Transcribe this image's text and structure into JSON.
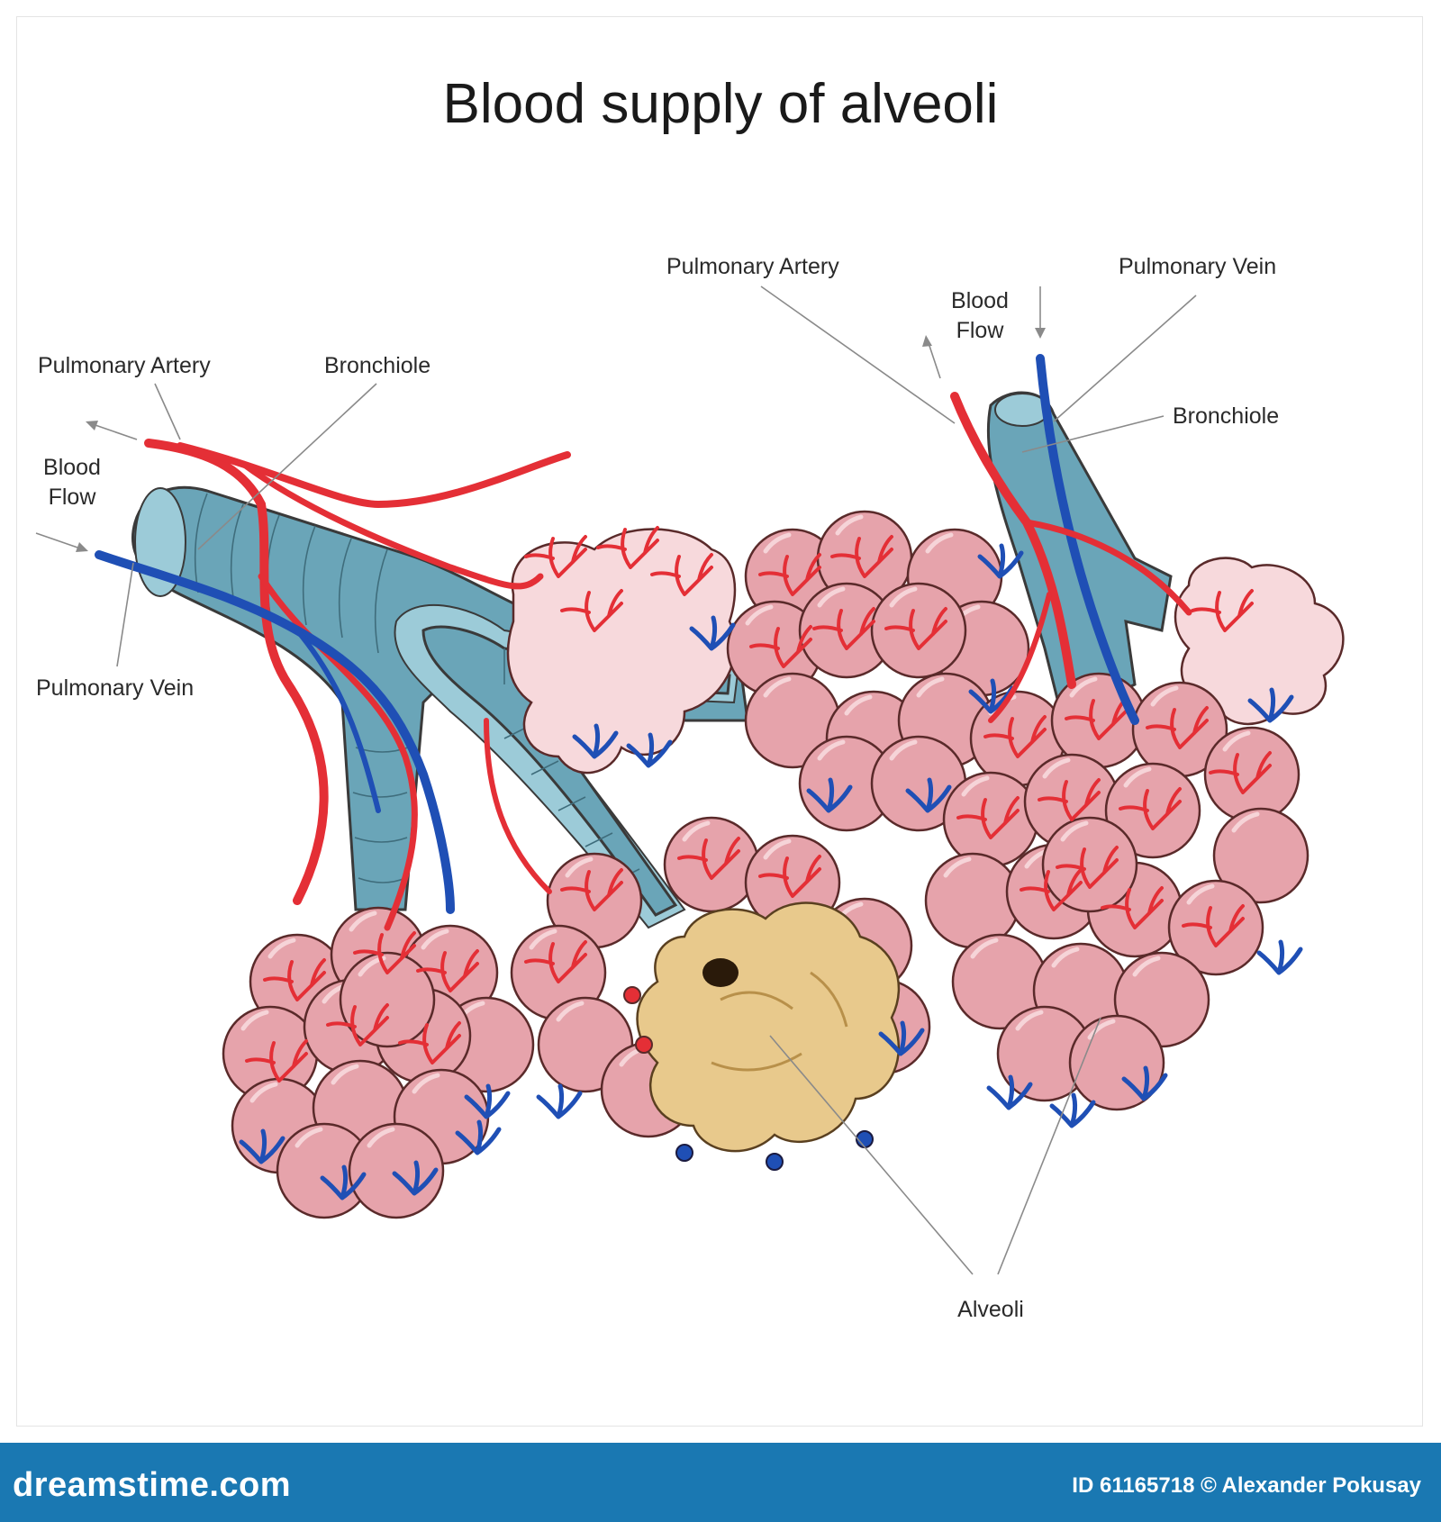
{
  "title": "Blood supply of alveoli",
  "labels": {
    "left_pulmonary_artery": "Pulmonary Artery",
    "left_bronchiole": "Bronchiole",
    "left_blood_flow_line1": "Blood",
    "left_blood_flow_line2": "Flow",
    "left_pulmonary_vein": "Pulmonary Vein",
    "right_pulmonary_artery": "Pulmonary Artery",
    "right_blood_flow_line1": "Blood",
    "right_blood_flow_line2": "Flow",
    "right_pulmonary_vein": "Pulmonary Vein",
    "right_bronchiole": "Bronchiole",
    "alveoli": "Alveoli"
  },
  "footer": {
    "brand": "dreamstime.com",
    "credit": "ID 61165718 © Alexander Pokusay"
  },
  "colors": {
    "artery": "#e42f36",
    "vein": "#1f4fb5",
    "bronchiole": "#6aa5b8",
    "alveoli": "#e6a3ab",
    "alveolus_cross_section": "#e8c98c",
    "footer": "#1a78b2"
  }
}
